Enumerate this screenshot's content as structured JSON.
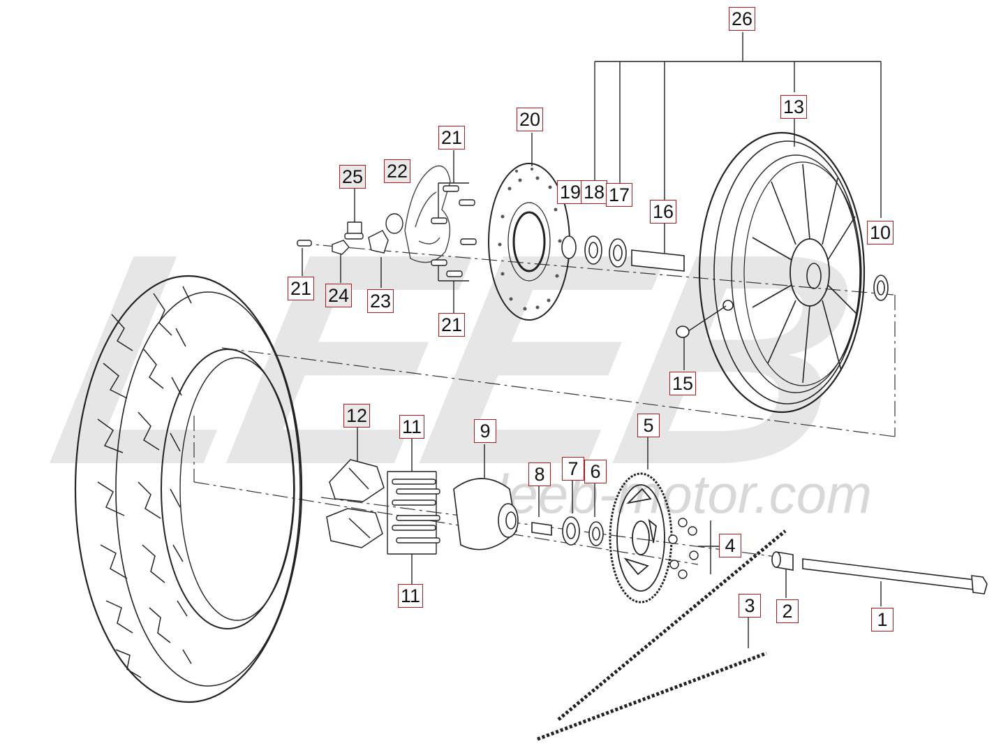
{
  "watermark": {
    "logo_text": "LEEB",
    "url_text": "leeb-motor.com"
  },
  "callouts": [
    {
      "id": "c26",
      "label": "26"
    },
    {
      "id": "c13",
      "label": "13"
    },
    {
      "id": "c20",
      "label": "20"
    },
    {
      "id": "c21a",
      "label": "21"
    },
    {
      "id": "c25",
      "label": "25"
    },
    {
      "id": "c22",
      "label": "22"
    },
    {
      "id": "c19",
      "label": "19"
    },
    {
      "id": "c18",
      "label": "18"
    },
    {
      "id": "c17",
      "label": "17"
    },
    {
      "id": "c16",
      "label": "16"
    },
    {
      "id": "c10",
      "label": "10"
    },
    {
      "id": "c21b",
      "label": "21"
    },
    {
      "id": "c24",
      "label": "24"
    },
    {
      "id": "c23",
      "label": "23"
    },
    {
      "id": "c21c",
      "label": "21"
    },
    {
      "id": "c15",
      "label": "15"
    },
    {
      "id": "c12",
      "label": "12"
    },
    {
      "id": "c11a",
      "label": "11"
    },
    {
      "id": "c9",
      "label": "9"
    },
    {
      "id": "c5",
      "label": "5"
    },
    {
      "id": "c8",
      "label": "8"
    },
    {
      "id": "c7",
      "label": "7"
    },
    {
      "id": "c6",
      "label": "6"
    },
    {
      "id": "c4",
      "label": "4"
    },
    {
      "id": "c11b",
      "label": "11"
    },
    {
      "id": "c3",
      "label": "3"
    },
    {
      "id": "c2",
      "label": "2"
    },
    {
      "id": "c1",
      "label": "1"
    }
  ]
}
